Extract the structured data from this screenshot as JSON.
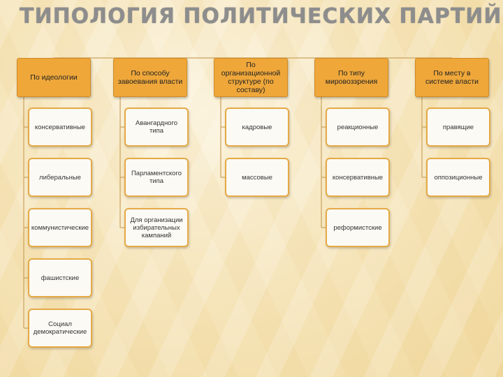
{
  "title": "ТИПОЛОГИЯ ПОЛИТИЧЕСКИХ ПАРТИЙ",
  "colors": {
    "header_fill": "#efa73a",
    "child_border": "#e6a945",
    "line": "#c9a25e"
  },
  "columns": [
    {
      "header": "По идеологии",
      "items": [
        "консервативные",
        "либеральные",
        "коммунистические",
        "фашистские",
        "Социал демократические"
      ]
    },
    {
      "header": "По способу завоевания власти",
      "items": [
        "Авангардного типа",
        "Парламентского типа",
        "Для организации избирательных кампаний"
      ]
    },
    {
      "header": "По организационной структуре (по составу)",
      "items": [
        "кадровые",
        "массовые"
      ]
    },
    {
      "header": "По типу мировоззрения",
      "items": [
        "реакционные",
        "консервативные",
        "реформистские"
      ]
    },
    {
      "header": "По месту в системе власти",
      "items": [
        "правящие",
        "оппозиционные"
      ]
    }
  ]
}
